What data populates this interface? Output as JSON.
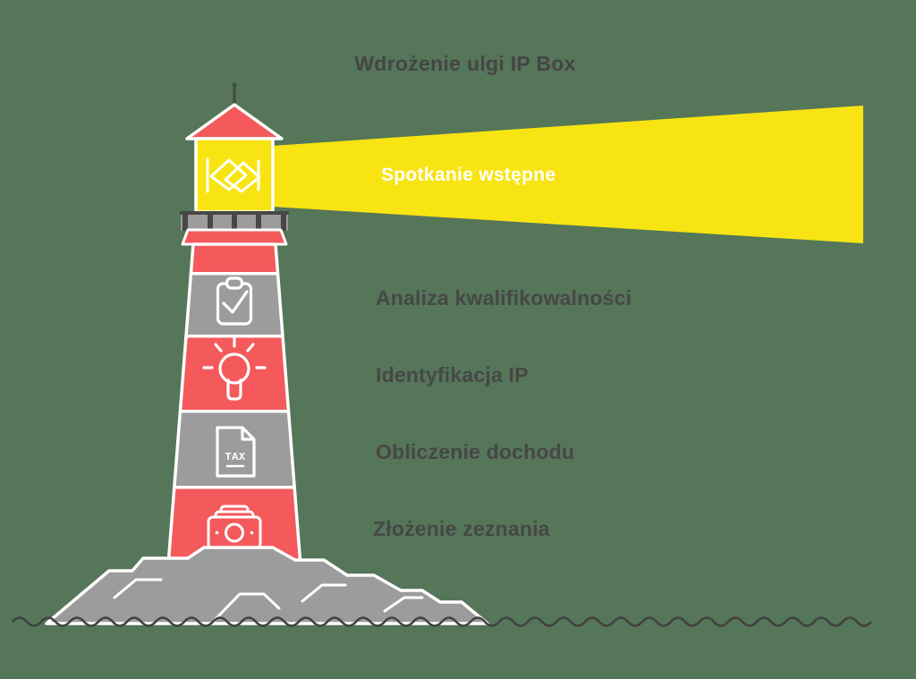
{
  "title": "Wdrożenie ulgi IP Box",
  "beam": {
    "label": "Spotkanie wstępne",
    "icon": "handshake-icon"
  },
  "steps": [
    {
      "label": "Analiza kwalifikowalności",
      "icon": "clipboard-check-icon"
    },
    {
      "label": "Identyfikacja IP",
      "icon": "lightbulb-icon"
    },
    {
      "label": "Obliczenie dochodu",
      "icon": "tax-document-icon"
    },
    {
      "label": "Złożenie zeznania",
      "icon": "banknotes-icon"
    }
  ],
  "icons": {
    "tax_label": "TAX"
  },
  "colors": {
    "background": "#557659",
    "beam_yellow": "#F8E412",
    "band_red": "#F4595B",
    "band_gray": "#9D9C9C",
    "dark_gray": "#474747",
    "text_dark": "#474747",
    "outline_white": "#FFFFFF"
  }
}
